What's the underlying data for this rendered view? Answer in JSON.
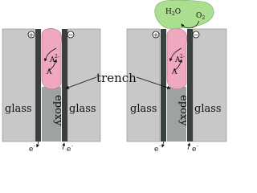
{
  "colors": {
    "glass": "#c8c8c8",
    "electrode": "#3a4040",
    "epoxy": "#9ea2a2",
    "droplet": "#f0a8bf",
    "bubble": "#a9df8f",
    "outline": "#777777"
  },
  "left_panel": {
    "glass_left_label": "glass",
    "glass_right_label": "glass",
    "epoxy_label": "epoxy",
    "anode_sign": "+",
    "cathode_sign": "−",
    "reduced_species": "A",
    "oxidized_species": "A",
    "oxidized_charge": "2-",
    "electron_left": "e",
    "electron_right": "e",
    "electron_sup": "-"
  },
  "right_panel": {
    "glass_left_label": "glass",
    "glass_right_label": "glass",
    "epoxy_label": "epoxy",
    "anode_sign": "+",
    "cathode_sign": "−",
    "reduced_species": "A",
    "oxidized_species": "A",
    "oxidized_charge": "2-",
    "electron_left": "e",
    "electron_right": "e",
    "electron_sup": "-",
    "water": "H",
    "water_sub": "2",
    "water_o": "O",
    "oxygen": "O",
    "oxygen_sub": "2"
  },
  "trench_label": "trench",
  "icons": [
    "positive-terminal-icon",
    "negative-terminal-icon",
    "electron-arrow-icon",
    "redox-cycle-arrow-icon"
  ]
}
